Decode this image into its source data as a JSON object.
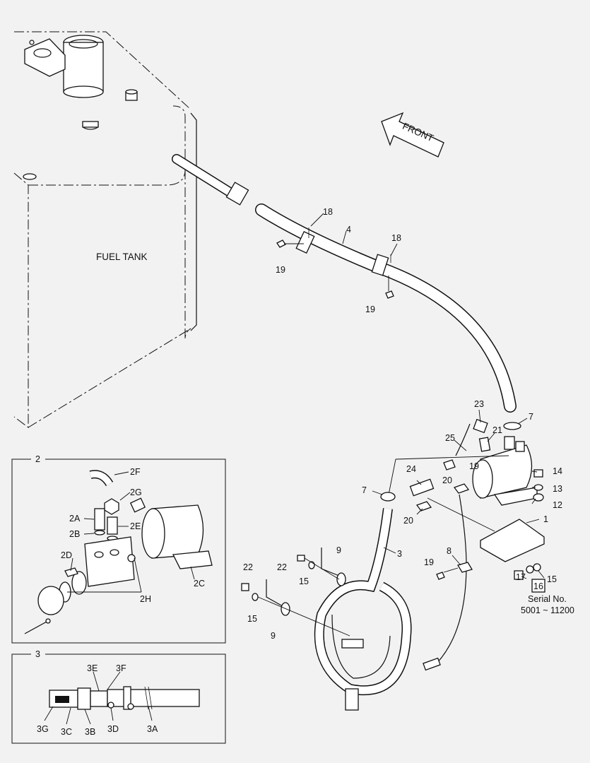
{
  "main": {
    "fuel_tank": "FUEL TANK",
    "front": "FRONT",
    "serial_label": "Serial No.",
    "serial_range": "5001 ~ 11200"
  },
  "callouts": {
    "c18a": "18",
    "c4": "4",
    "c19a": "19",
    "c18b": "18",
    "c19b": "19",
    "c23": "23",
    "c7a": "7",
    "c21": "21",
    "c25": "25",
    "c19c": "19",
    "c24": "24",
    "c20a": "20",
    "c14": "14",
    "c13": "13",
    "c12": "12",
    "c7b": "7",
    "c20b": "20",
    "c1": "1",
    "c3": "3",
    "c8": "8",
    "c9a": "9",
    "c19d": "19",
    "c22a": "22",
    "c22b": "22",
    "c15a": "15",
    "c17": "17",
    "c16": "16",
    "c15b": "15",
    "c15c": "15",
    "c9b": "9"
  },
  "inset2": {
    "number": "2",
    "labels": {
      "l2F": "2F",
      "l2G": "2G",
      "l2A": "2A",
      "l2B": "2B",
      "l2E": "2E",
      "l2D": "2D",
      "l2H": "2H",
      "l2C": "2C"
    }
  },
  "inset3": {
    "number": "3",
    "labels": {
      "l3E": "3E",
      "l3F": "3F",
      "l3G": "3G",
      "l3C": "3C",
      "l3B": "3B",
      "l3D": "3D",
      "l3A": "3A"
    }
  }
}
